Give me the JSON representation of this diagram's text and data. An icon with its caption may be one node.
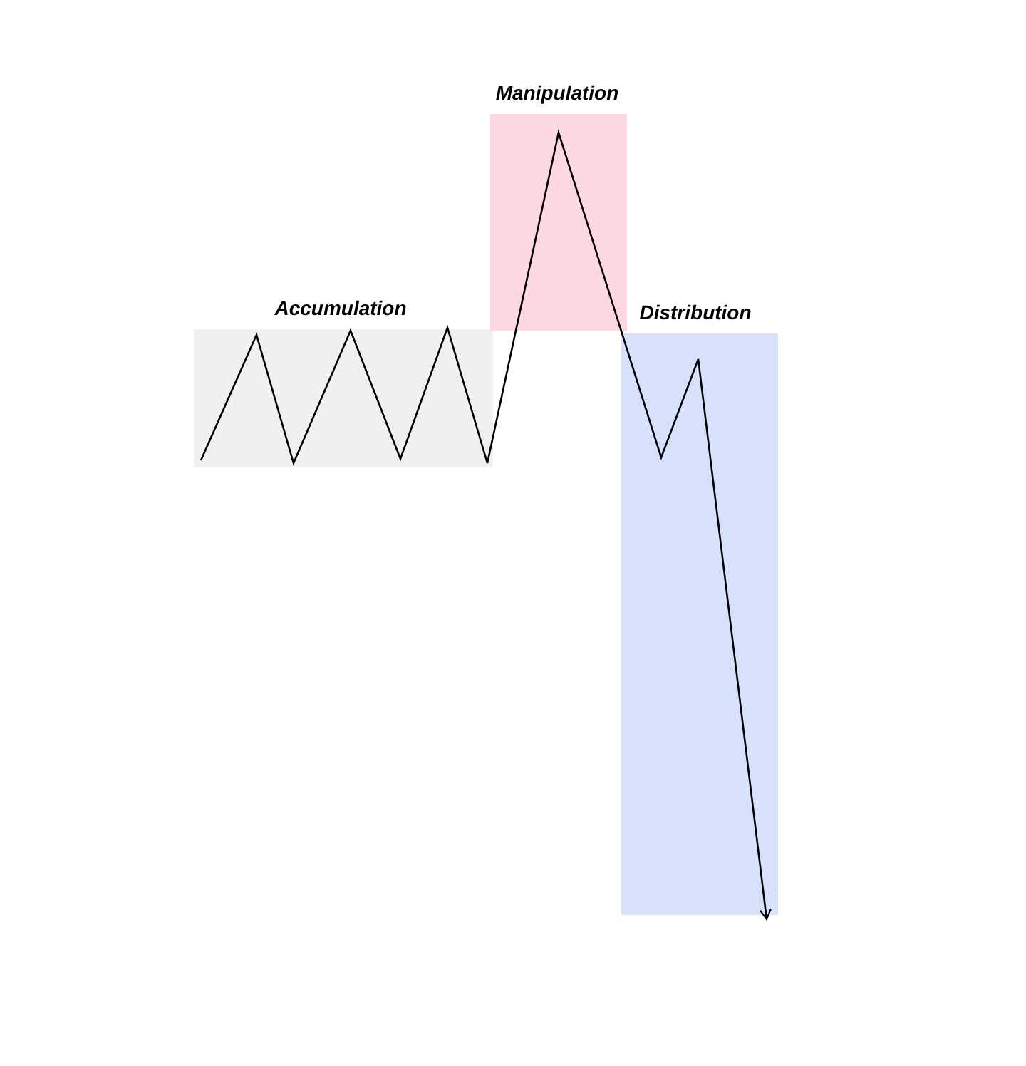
{
  "diagram": {
    "nodes": [
      {
        "text": [
          "Accumulation"
        ]
      },
      {
        "text": [
          "Manipulation"
        ]
      },
      {
        "text": [
          "Distribution"
        ]
      }
    ],
    "edges": [
      {
        "from": 0,
        "to": 1,
        "arrow": "none"
      },
      {
        "from": 1,
        "to": 2,
        "arrow": "to"
      }
    ]
  }
}
